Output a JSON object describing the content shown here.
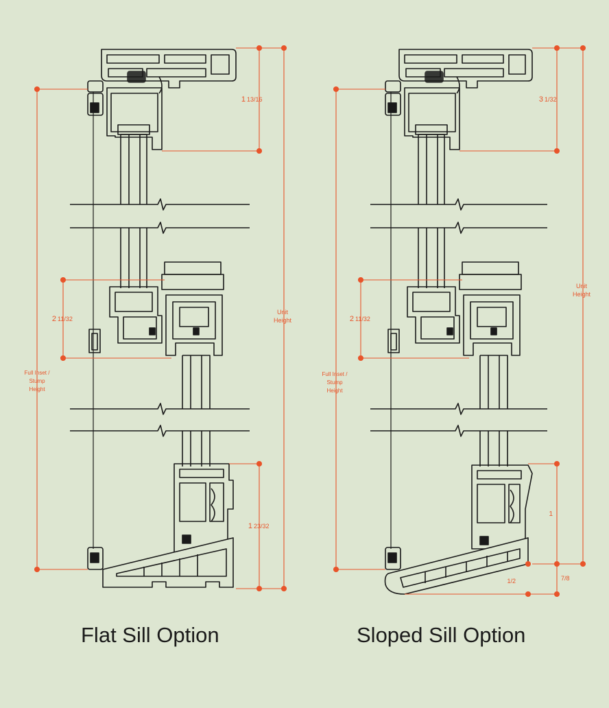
{
  "colors": {
    "background": "#dde6d1",
    "frame": "#ffffff",
    "fill": "#dde6d1",
    "stroke": "#1a1a1a",
    "dimension": "#e8542a",
    "caption": "#1a1a1a"
  },
  "flat": {
    "caption": "Flat Sill Option",
    "dim_top": "1",
    "dim_top_frac": "13/16",
    "dim_mid": "2",
    "dim_mid_frac": "11/32",
    "dim_bottom": "1",
    "dim_bottom_frac": "23/32",
    "unit_height": [
      "Unit",
      "Height"
    ],
    "full_height": [
      "Full Inset /",
      "Stump",
      "Height"
    ]
  },
  "sloped": {
    "caption": "Sloped Sill Option",
    "dim_top": "3",
    "dim_top_frac": "1/32",
    "dim_mid": "2",
    "dim_mid_frac": "11/32",
    "dim_bottom": "1",
    "dim_extra": "7/8",
    "dim_slope": "1/2",
    "unit_height": [
      "Unit",
      "Height"
    ],
    "full_height": [
      "Full Inset /",
      "Stump",
      "Height"
    ]
  }
}
